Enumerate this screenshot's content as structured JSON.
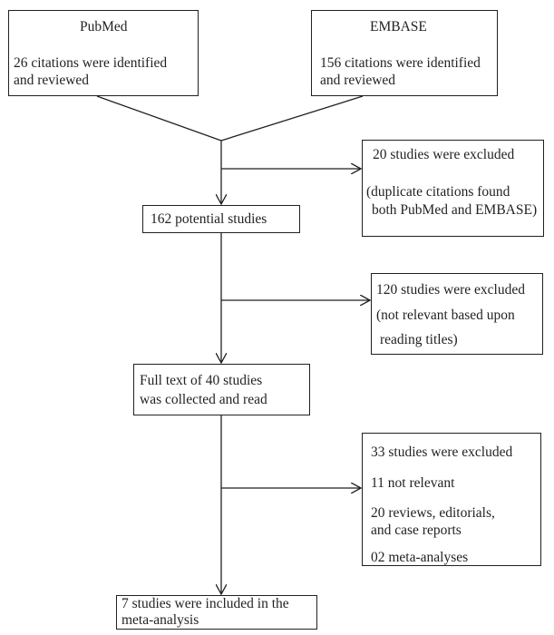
{
  "pubmed": {
    "title": "PubMed",
    "line1": "26 citations were identified",
    "line2": "and  reviewed"
  },
  "embase": {
    "title": "EMBASE",
    "line1": "156 citations were identified",
    "line2": "and reviewed"
  },
  "excluded_duplicates": {
    "line1": "20 studies were excluded",
    "line2": "(duplicate citations found",
    "line3": "both PubMed and EMBASE)"
  },
  "potential": {
    "label": "162 potential studies"
  },
  "excluded_titles": {
    "line1": "120 studies were excluded",
    "line2": "(not relevant based upon",
    "line3": "reading titles)"
  },
  "fulltext": {
    "line1": "Full text of 40 studies",
    "line2": "was collected and read"
  },
  "excluded_fulltext": {
    "line1": "33 studies were excluded",
    "line2": "11 not relevant",
    "line3": "20 reviews, editorials,",
    "line4": "and case reports",
    "line5": "02 meta-analyses"
  },
  "included": {
    "line1": "7 studies were included in the",
    "line2": "meta-analysis"
  }
}
